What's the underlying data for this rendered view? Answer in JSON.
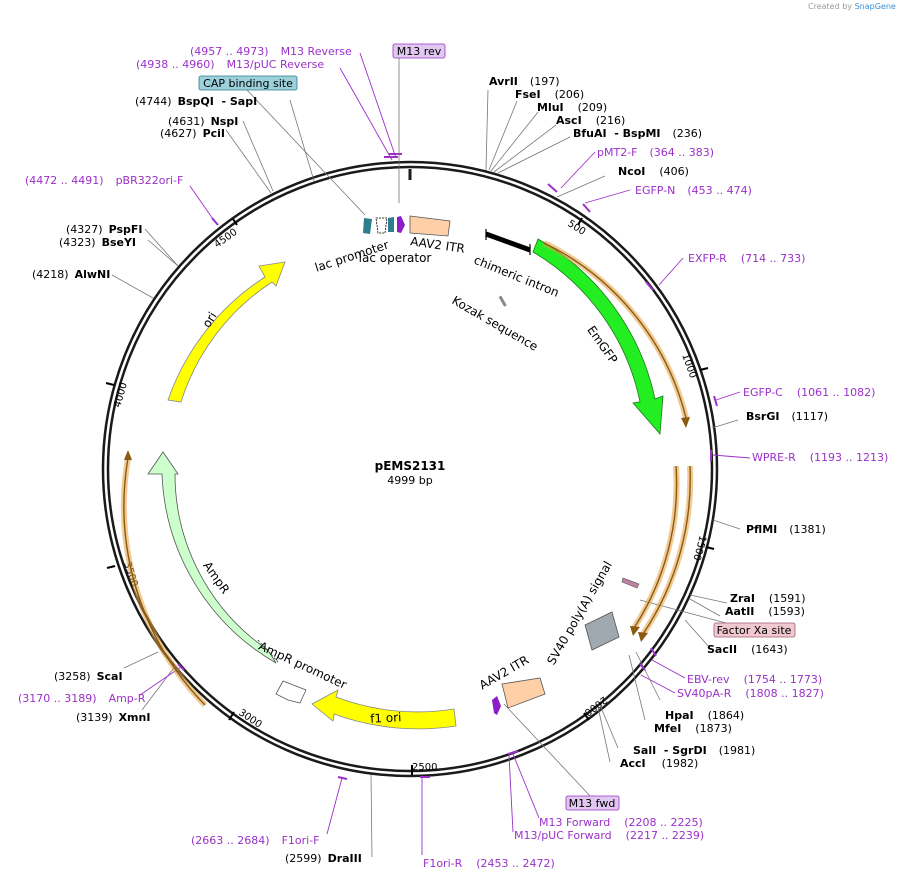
{
  "credit": {
    "prefix": "Created by",
    "brand": "SnapGene"
  },
  "plasmid": {
    "name": "pEMS2131",
    "length_label": "4999 bp",
    "length": 4999
  },
  "colors": {
    "backbone": "#1a1a1a",
    "primer": "#9b30c9",
    "primer_box": "#e0c8f0",
    "feature_yellow": "#ffff00",
    "feature_green": "#22ee22",
    "ampr": "#ccffcc",
    "orf_orange": "#e3a040",
    "itr": "#ffd0a8",
    "cap_box": "#9cd1dc",
    "factor_box": "#f0c8d0",
    "sv40": "#a0a8b0"
  },
  "ticks": [
    {
      "pos": 500,
      "label": "500"
    },
    {
      "pos": 1000,
      "label": "1000"
    },
    {
      "pos": 1500,
      "label": "1500"
    },
    {
      "pos": 2000,
      "label": "2000"
    },
    {
      "pos": 2500,
      "label": "2500"
    },
    {
      "pos": 3000,
      "label": "3000"
    },
    {
      "pos": 3500,
      "label": "3500"
    },
    {
      "pos": 4000,
      "label": "4000"
    },
    {
      "pos": 4500,
      "label": "4500"
    }
  ],
  "enzymes": [
    {
      "name": "AvrII",
      "site": "(197)",
      "pos": 197
    },
    {
      "name": "FseI",
      "site": "(206)",
      "pos": 206
    },
    {
      "name": "MluI",
      "site": "(209)",
      "pos": 209
    },
    {
      "name": "AscI",
      "site": "(216)",
      "pos": 216
    },
    {
      "name": "BfuAI  - BspMI",
      "site": "(236)",
      "pos": 236
    },
    {
      "name": "NcoI",
      "site": "(406)",
      "pos": 406
    },
    {
      "name": "BsrGI",
      "site": "(1117)",
      "pos": 1117
    },
    {
      "name": "PflMI",
      "site": "(1381)",
      "pos": 1381
    },
    {
      "name": "ZraI",
      "site": "(1591)",
      "pos": 1591
    },
    {
      "name": "AatII",
      "site": "(1593)",
      "pos": 1593
    },
    {
      "name": "SacII",
      "site": "(1643)",
      "pos": 1643
    },
    {
      "name": "HpaI",
      "site": "(1864)",
      "pos": 1864
    },
    {
      "name": "MfeI",
      "site": "(1873)",
      "pos": 1873
    },
    {
      "name": "SalI  - SgrDI",
      "site": "(1981)",
      "pos": 1981
    },
    {
      "name": "AccI",
      "site": "(1982)",
      "pos": 1982
    },
    {
      "name": "DraIII",
      "site": "(2599)",
      "pos": 2599
    },
    {
      "name": "XmnI",
      "site": "(3139)",
      "pos": 3139
    },
    {
      "name": "ScaI",
      "site": "(3258)",
      "pos": 3258
    },
    {
      "name": "AlwNI",
      "site": "(4218)",
      "pos": 4218
    },
    {
      "name": "BseYI",
      "site": "(4323)",
      "pos": 4323
    },
    {
      "name": "PspFI",
      "site": "(4327)",
      "pos": 4327
    },
    {
      "name": "PciI",
      "site": "(4627)",
      "pos": 4627
    },
    {
      "name": "NspI",
      "site": "(4631)",
      "pos": 4631
    },
    {
      "name": "BspQI  - SapI",
      "site": "(4744)",
      "pos": 4744
    }
  ],
  "primers": [
    {
      "name": "pMT2-F",
      "range": "(364 .. 383)",
      "pos": 373
    },
    {
      "name": "EGFP-N",
      "range": "(453 .. 474)",
      "pos": 463
    },
    {
      "name": "EXFP-R",
      "range": "(714 .. 733)",
      "pos": 723
    },
    {
      "name": "EGFP-C",
      "range": "(1061 .. 1082)",
      "pos": 1071
    },
    {
      "name": "WPRE-R",
      "range": "(1193 .. 1213)",
      "pos": 1203
    },
    {
      "name": "EBV-rev",
      "range": "(1754 .. 1773)",
      "pos": 1763
    },
    {
      "name": "SV40pA-R",
      "range": "(1808 .. 1827)",
      "pos": 1817
    },
    {
      "name": "M13 Forward",
      "range": "(2208 .. 2225)",
      "pos": 2216
    },
    {
      "name": "M13/pUC Forward",
      "range": "(2217 .. 2239)",
      "pos": 2228
    },
    {
      "name": "F1ori-R",
      "range": "(2453 .. 2472)",
      "pos": 2462
    },
    {
      "name": "F1ori-F",
      "range": "(2663 .. 2684)",
      "pos": 2673
    },
    {
      "name": "Amp-R",
      "range": "(3170 .. 3189)",
      "pos": 3179
    },
    {
      "name": "pBR322ori-F",
      "range": "(4472 .. 4491)",
      "pos": 4481
    },
    {
      "name": "M13/pUC Reverse",
      "range": "(4938 .. 4960)",
      "pos": 4949
    },
    {
      "name": "M13 Reverse",
      "range": "(4957 .. 4973)",
      "pos": 4965
    }
  ],
  "boxed_labels": [
    {
      "text": "M13 rev",
      "kind": "primer"
    },
    {
      "text": "M13 fwd",
      "kind": "primer"
    },
    {
      "text": "CAP binding site",
      "kind": "cap"
    },
    {
      "text": "Factor Xa site",
      "kind": "factor"
    }
  ],
  "features": [
    {
      "name": "lac promoter",
      "type": "promoter"
    },
    {
      "name": "lac operator",
      "type": "operator"
    },
    {
      "name": "AAV2 ITR",
      "type": "repeat"
    },
    {
      "name": "chimeric intron",
      "type": "intron"
    },
    {
      "name": "Kozak sequence",
      "type": "misc"
    },
    {
      "name": "EmGFP",
      "type": "cds"
    },
    {
      "name": "SV40 poly(A) signal",
      "type": "polyA"
    },
    {
      "name": "AAV2 ITR",
      "type": "repeat"
    },
    {
      "name": "f1 ori",
      "type": "rep_origin"
    },
    {
      "name": "AmpR promoter",
      "type": "promoter"
    },
    {
      "name": "AmpR",
      "type": "cds"
    },
    {
      "name": "ori",
      "type": "rep_origin"
    }
  ]
}
